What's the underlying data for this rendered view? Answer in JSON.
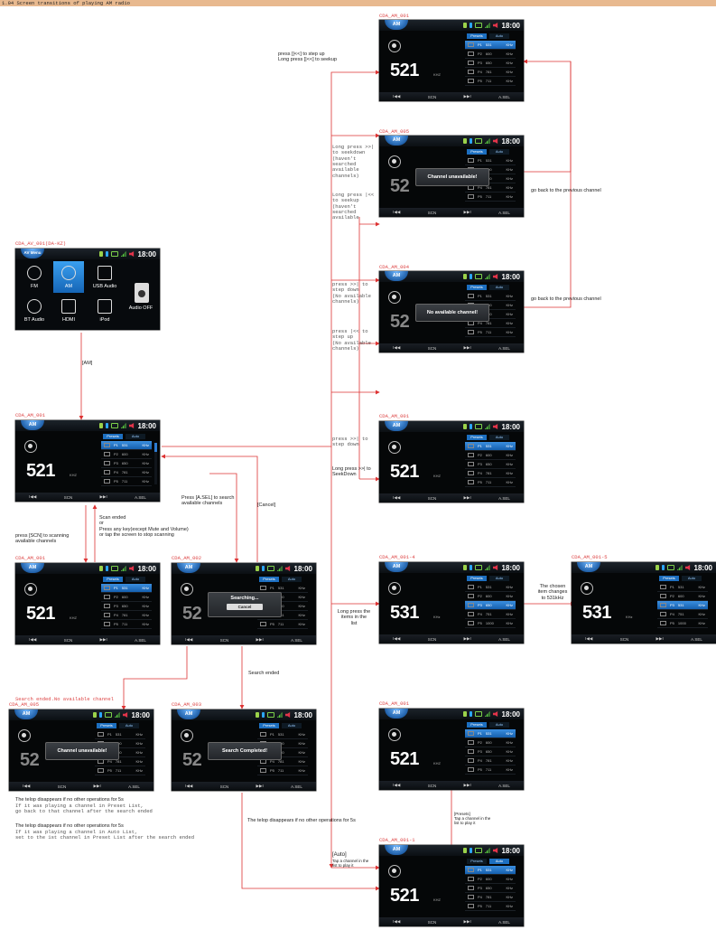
{
  "header": {
    "title": "1.04 Screen transitions of playing AM radio"
  },
  "colors": {
    "line": "#dd3333",
    "accent": "#1d6fc0",
    "screen_bg": "#050708"
  },
  "screens": {
    "av": {
      "id": "CDA_AV_001(DA-KZ)",
      "badge": "AV Menu",
      "time": "18:00",
      "tiles": [
        "FM",
        "AM",
        "USB Audio",
        "BT Audio",
        "HDMI",
        "iPod",
        "Audio OFF"
      ]
    },
    "am_main": {
      "id": "CDA_AM_001",
      "freq": "521",
      "unit": "KHZ",
      "time": "18:00",
      "tab": "AM",
      "tabs": [
        "Presets",
        "Auto"
      ],
      "rows": [
        [
          "P1",
          "531",
          "KHz"
        ],
        [
          "P2",
          "600",
          "KHz"
        ],
        [
          "P3",
          "650",
          "KHz"
        ],
        [
          "P4",
          "781",
          "KHz"
        ],
        [
          "P5",
          "711",
          "KHz"
        ]
      ],
      "buttons": [
        "I◀◀",
        "SCN",
        "▶▶I",
        "A.SEL"
      ]
    },
    "am_scan": {
      "id": "CDA_AM_001"
    },
    "am_002": {
      "id": "CDA_AM_002",
      "freq": "52",
      "popup": "Searching...",
      "cancel": "Cancel"
    },
    "am_005b": {
      "id": "CDA_AM_005",
      "freq": "52",
      "popup": "Channel unavailable!"
    },
    "am_003": {
      "id": "CDA_AM_003",
      "freq": "52",
      "popup": "Search Completed!"
    },
    "am_t1": {
      "id": "CDA_AM_001"
    },
    "am_005": {
      "id": "CDA_AM_005",
      "freq": "52",
      "popup": "Channel unavailable!"
    },
    "am_004": {
      "id": "CDA_AM_004",
      "freq": "52",
      "popup": "No available channel!"
    },
    "am_r1": {
      "id": "CDA_AM_001"
    },
    "am_0014": {
      "id": "CDA_AM_001-4",
      "freq": "531",
      "unit": "KHz",
      "rows": [
        [
          "P1",
          "531",
          "KHz"
        ],
        [
          "P2",
          "600",
          "KHz"
        ],
        [
          "P3",
          "650",
          "KHz"
        ],
        [
          "P4",
          "751",
          "KHz"
        ],
        [
          "P5",
          "1000",
          "KHz"
        ]
      ]
    },
    "am_0015": {
      "id": "CDA_AM_001-5",
      "freq": "531",
      "unit": "KHz",
      "rows": [
        [
          "P1",
          "531",
          "KHz"
        ],
        [
          "P2",
          "600",
          "KHz"
        ],
        [
          "P3",
          "531",
          "KHz"
        ],
        [
          "P4",
          "751",
          "KHz"
        ],
        [
          "P5",
          "1000",
          "KHz"
        ]
      ]
    },
    "am_r2": {
      "id": "CDA_AM_001"
    },
    "am_0011": {
      "id": "CDA_AM_001-1"
    }
  },
  "notes": {
    "am_key": "[AM]",
    "scn": [
      "press [SCN] to scanning",
      "available channels"
    ],
    "scan_end": [
      "Scan ended",
      "or",
      "Press any key(except Mute and Volume)",
      "or tap the screen to stop scanning"
    ],
    "asel": [
      "Press [A.SEL] to search",
      "available channels"
    ],
    "cancel": "[Cancel]",
    "search_ended": "Search ended",
    "search_no": "Search ended.No available channel",
    "telop1": "The telop disappears if no other operations for 5s",
    "preset_back": [
      "If it was playing a channel in Preset List,",
      "go back to that channel after the search ended"
    ],
    "telop2": "The telop disappears if no other operations for 5s",
    "auto_back": [
      "If it was playing a channel in Auto List,",
      "set to the 1st channel in Preset List after the search ended"
    ],
    "telop3": "The telop disappears if no other operations for 5s",
    "step_up": [
      "press [|<<] to step up",
      "Long press [|<<] to seekup"
    ],
    "seekdown_long": [
      "Long press >>|",
      "to seekdown",
      "(haven't",
      "searched",
      "available",
      "channels)"
    ],
    "seekup_long": [
      "Long press |<<",
      "to seekup",
      "(haven't",
      "searched",
      "available"
    ],
    "go_back1": "go back to the previous channel",
    "go_back2": "go back to the previous channel",
    "stepdown_no": [
      "press >>| to",
      "step down",
      "(No available",
      "channels)"
    ],
    "stepup_no": [
      "press |<< to",
      "step up",
      "(No available",
      "channels)"
    ],
    "stepdown": [
      "press >>| to",
      "step down"
    ],
    "seekdown": [
      "Long press >>| to",
      "SeekDown"
    ],
    "longpress": [
      "Long press the",
      "items in the",
      "list"
    ],
    "chosen": [
      "The chosen",
      "item changes",
      "to 531kHz"
    ],
    "presets_tap": [
      "[Presets]",
      "Tap a channel in the",
      "list to play it"
    ],
    "auto_tap": [
      "[Auto]",
      "Tap a channel in the",
      "list to play it"
    ]
  }
}
